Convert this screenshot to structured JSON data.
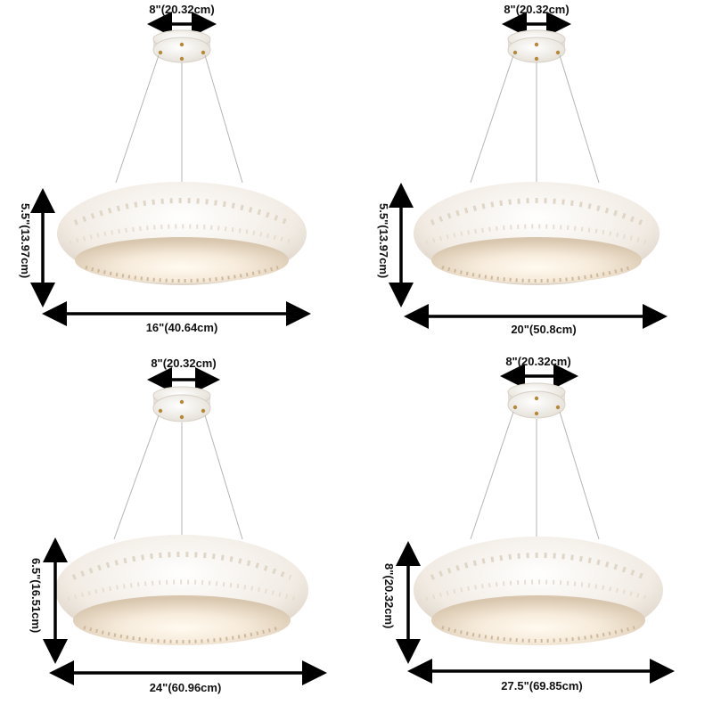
{
  "panels": [
    {
      "canopy_label": "8\"(20.32cm)",
      "height_label": "5.5\"(13.97cm)",
      "width_label": "16\"(40.64cm)"
    },
    {
      "canopy_label": "8\"(20.32cm)",
      "height_label": "5.5\"(13.97cm)",
      "width_label": "20\"(50.8cm)"
    },
    {
      "canopy_label": "8\"(20.32cm)",
      "height_label": "6.5\"(16.51cm)",
      "width_label": "24\"(60.96cm)"
    },
    {
      "canopy_label": "8\"(20.32cm)",
      "height_label": "8\"(20.32cm)",
      "width_label": "27.5\"(69.85cm)"
    }
  ],
  "colors": {
    "arrow": "#000000",
    "feather": "#f3ede6",
    "feather_shadow": "#d9c9b4",
    "glow": "#fff6e0",
    "canopy": "#f2efea",
    "wire": "#b9b9b9"
  },
  "icons": [
    "canopy-icon",
    "feather-shade-icon",
    "double-arrow-icon"
  ]
}
